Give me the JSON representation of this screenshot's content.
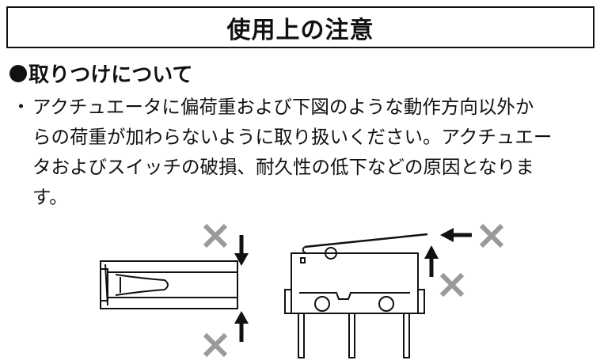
{
  "title": "使用上の注意",
  "section": {
    "heading": "取りつけについて",
    "bullet": "・",
    "lines": [
      "アクチュエータに偏荷重および下図のような動作方向以外か",
      "らの荷重が加わらないように取り扱いください。アクチュエー",
      "タおよびスイッチの破損、耐久性の低下などの原因となりま",
      "す。"
    ]
  },
  "figure": {
    "left_diagram_icons": [
      "x-mark-icon",
      "arrow-down-icon",
      "arrow-up-icon",
      "x-mark-icon"
    ],
    "right_diagram_icons": [
      "arrow-left-icon",
      "x-mark-icon",
      "arrow-up-icon",
      "x-mark-icon"
    ],
    "colors": {
      "ink": "#111111",
      "x_mark": "#9a9a9a",
      "body_fill": "#ffffff"
    }
  }
}
